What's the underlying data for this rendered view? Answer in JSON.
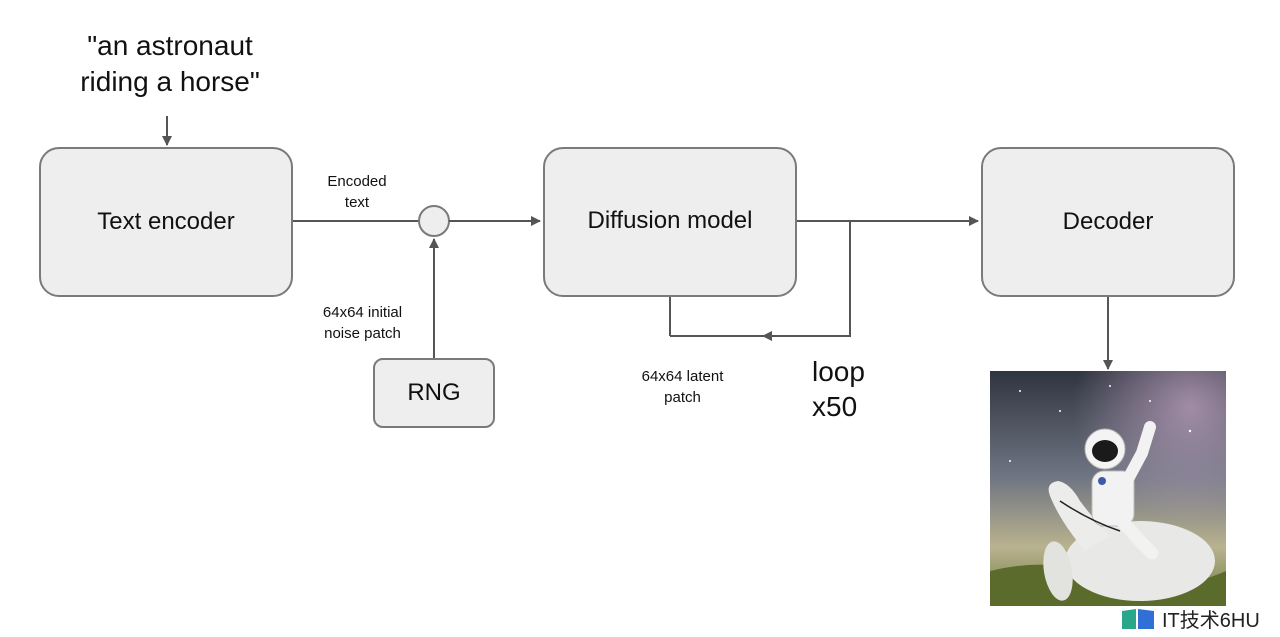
{
  "prompt": {
    "line1": "\"an astronaut",
    "line2": "riding a horse\""
  },
  "boxes": {
    "text_encoder": "Text encoder",
    "diffusion_model": "Diffusion model",
    "decoder": "Decoder",
    "rng": "RNG"
  },
  "labels": {
    "encoded_text": "Encoded\ntext",
    "initial_noise": "64x64 initial\nnoise patch",
    "latent_patch": "64x64 latent\npatch",
    "loop": "loop\nx50"
  },
  "watermark": {
    "text": "IT技术6HU"
  },
  "colors": {
    "box_fill": "#eeeeee",
    "box_border": "#7a7a7a",
    "wire": "#555555"
  }
}
